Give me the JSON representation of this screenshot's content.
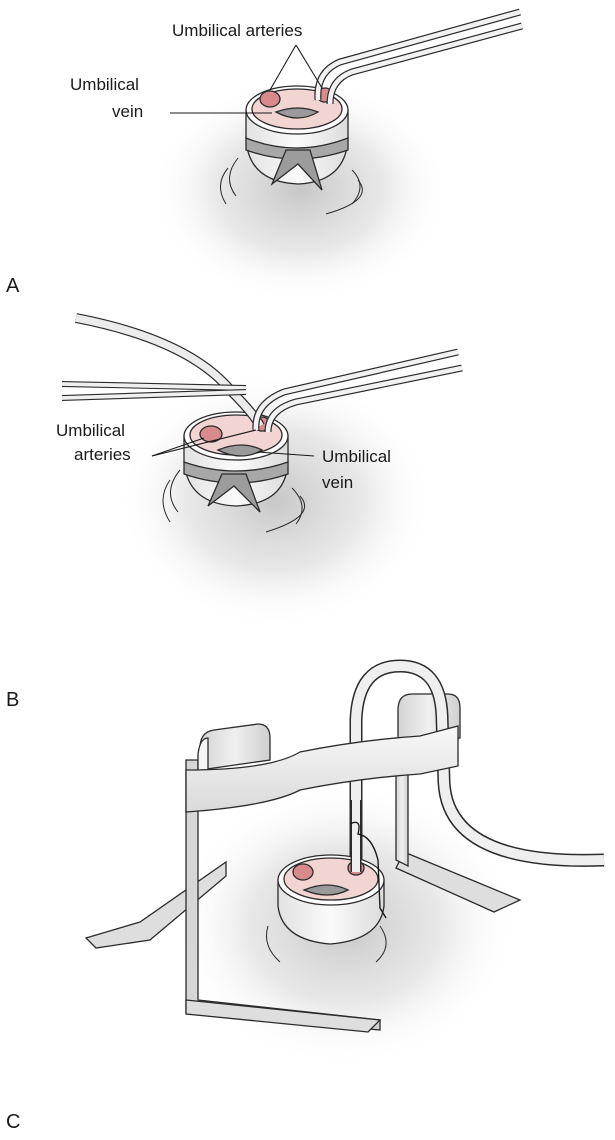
{
  "panels": [
    {
      "letter": "A",
      "labels": {
        "arteries": "Umbilical arteries",
        "vein_line1": "Umbilical",
        "vein_line2": "vein"
      }
    },
    {
      "letter": "B",
      "labels": {
        "arteries_line1": "Umbilical",
        "arteries_line2": "arteries",
        "vein_line1": "Umbilical",
        "vein_line2": "vein"
      }
    },
    {
      "letter": "C",
      "labels": {}
    }
  ],
  "colors": {
    "vessel_fill": "#f2d4d2",
    "artery_fill": "#d88a8c",
    "vein_fill": "#9a9a9a",
    "cord_fill": "#f4f4f4",
    "tie_fill": "#a8a8a8",
    "bridge_fill": "#ececec",
    "shadow": "#c8c8c8"
  }
}
